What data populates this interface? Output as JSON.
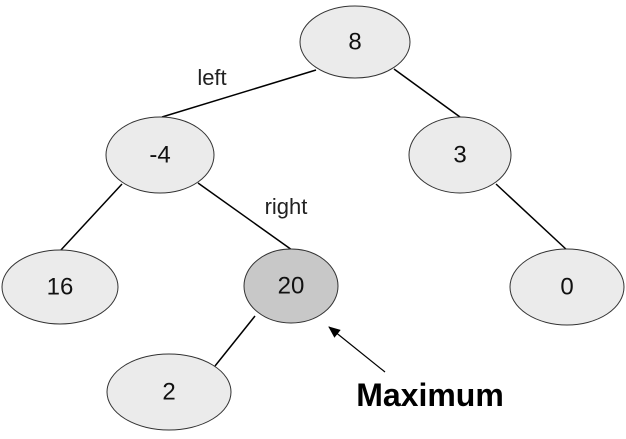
{
  "colors": {
    "node_fill": "#ebebeb",
    "highlight_fill": "#c8c8c8",
    "edge": "#000000"
  },
  "tree": {
    "nodes": [
      {
        "id": "n8",
        "label": "8"
      },
      {
        "id": "nm4",
        "label": "-4"
      },
      {
        "id": "n3",
        "label": "3"
      },
      {
        "id": "n16",
        "label": "16"
      },
      {
        "id": "n20",
        "label": "20",
        "highlighted": true
      },
      {
        "id": "n0",
        "label": "0"
      },
      {
        "id": "n2",
        "label": "2"
      }
    ],
    "edges": [
      {
        "from": "n8",
        "to": "nm4",
        "label": "left"
      },
      {
        "from": "n8",
        "to": "n3",
        "label": ""
      },
      {
        "from": "nm4",
        "to": "n16",
        "label": ""
      },
      {
        "from": "nm4",
        "to": "n20",
        "label": "right"
      },
      {
        "from": "n3",
        "to": "n0",
        "label": ""
      },
      {
        "from": "n20",
        "to": "n2",
        "label": ""
      }
    ]
  },
  "callout": {
    "text": "Maximum",
    "target": "n20"
  }
}
